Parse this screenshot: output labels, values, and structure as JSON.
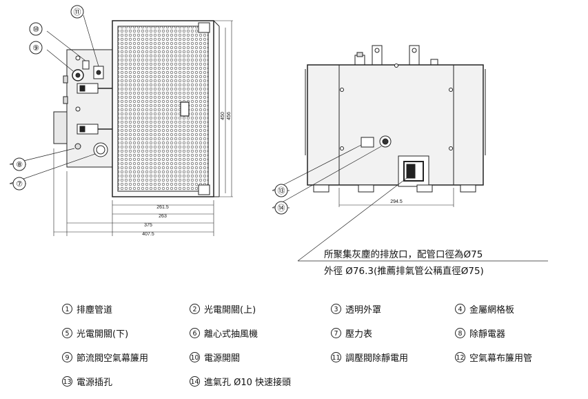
{
  "callouts_side": [
    "⑪",
    "⑩",
    "⑨",
    "⑧",
    "⑦"
  ],
  "callouts_front": [
    "⑬",
    "⑭"
  ],
  "dims_side": {
    "h1": "450",
    "h2": "456",
    "w1": "261.5",
    "w2": "263",
    "w3": "375",
    "w4": "407.5"
  },
  "dims_front": {
    "w1": "294.5"
  },
  "note": {
    "line1": "所聚集灰塵的排放口，配管口徑為Ø75",
    "line2": "外徑 Ø76.3(推薦排氣管公稱直徑Ø75)"
  },
  "legend": [
    {
      "num": "1",
      "label": "排塵管道"
    },
    {
      "num": "2",
      "label": "光電開關(上)"
    },
    {
      "num": "3",
      "label": "透明外罩"
    },
    {
      "num": "4",
      "label": "金屬網格板"
    },
    {
      "num": "5",
      "label": "光電開關(下)"
    },
    {
      "num": "6",
      "label": "離心式抽風機"
    },
    {
      "num": "7",
      "label": "壓力表"
    },
    {
      "num": "8",
      "label": "除靜電器"
    },
    {
      "num": "9",
      "label": "節流閥空氣幕簾用"
    },
    {
      "num": "10",
      "label": "電源開關"
    },
    {
      "num": "11",
      "label": "調壓閥除靜電用"
    },
    {
      "num": "12",
      "label": "空氣幕布簾用管"
    },
    {
      "num": "13",
      "label": "電源插孔"
    },
    {
      "num": "14",
      "label": "進氣孔 Ø10 快速接頭"
    }
  ]
}
